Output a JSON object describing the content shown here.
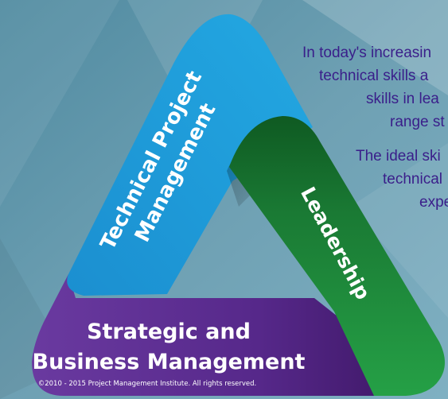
{
  "triangle": {
    "technical_label_line1": "Technical Project",
    "technical_label_line2": "Management",
    "leadership_label": "Leadership",
    "strategic_label_line1": "Strategic and",
    "strategic_label_line2": "Business Management",
    "copyright": "©2010 - 2015 Project Management Institute. All rights reserved."
  },
  "side_text": {
    "paragraph1": [
      "In today's increasin",
      "technical skills a",
      "skills in lea",
      "range st"
    ],
    "paragraph2": [
      "The ideal ski",
      "technical",
      "expe"
    ]
  },
  "colors": {
    "technical": "#1a9cd8",
    "leadership": "#1e8f3c",
    "strategic": "#5a2c8c",
    "text": "#3a1e8a"
  }
}
